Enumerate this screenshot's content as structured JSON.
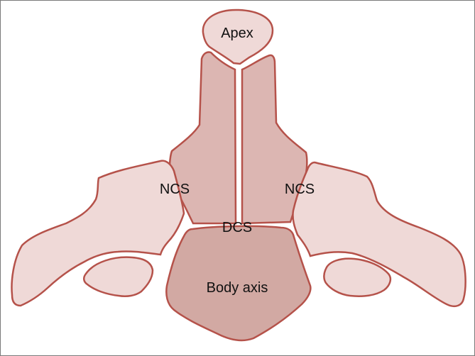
{
  "colors": {
    "outline": "#b5524a",
    "light_fill": "#efd9d7",
    "mid_fill": "#dcb6b2",
    "dark_fill": "#d2a9a3",
    "background": "#ffffff"
  },
  "labels": {
    "apex": "Apex",
    "ncs_left": "NCS",
    "ncs_right": "NCS",
    "dcs": "DCS",
    "body_axis": "Body axis"
  }
}
